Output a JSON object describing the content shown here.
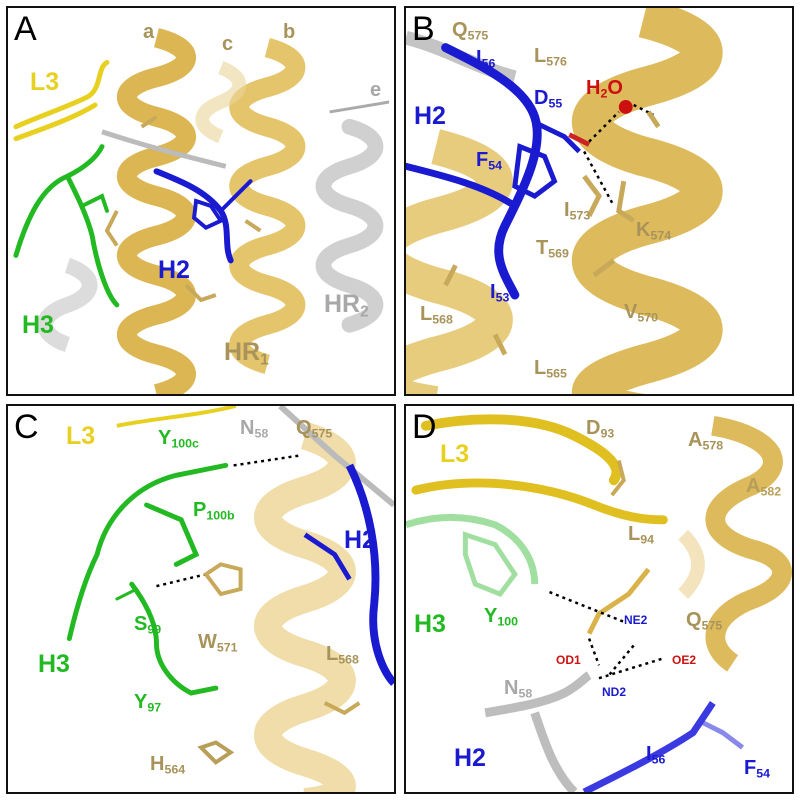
{
  "colors": {
    "hr1_helix": "#d9b24a",
    "hr1_helix_light": "#efd58a",
    "hr2_helix": "#bdbdbd",
    "h2_loop": "#1a1ad0",
    "h3_loop": "#22b922",
    "l3_loop": "#e8d020",
    "water": "#cc1010"
  },
  "panelA": {
    "letter": "A",
    "helix_a": "a",
    "helix_b": "b",
    "helix_c": "c",
    "helix_e": "e",
    "L3": "L3",
    "H2": "H2",
    "H3": "H3",
    "HR1": "HR",
    "HR1_sub": "1",
    "HR2": "HR",
    "HR2_sub": "2"
  },
  "panelB": {
    "letter": "B",
    "H2": "H2",
    "Q575": "Q",
    "Q575_sub": "575",
    "L576": "L",
    "L576_sub": "576",
    "I56": "I",
    "I56_sub": "56",
    "D55": "D",
    "D55_sub": "55",
    "H2O_H": "H",
    "H2O_sub": "2",
    "H2O_O": "O",
    "F54": "F",
    "F54_sub": "54",
    "I573": "I",
    "I573_sub": "573",
    "K574": "K",
    "K574_sub": "574",
    "T569": "T",
    "T569_sub": "569",
    "I53": "I",
    "I53_sub": "53",
    "L568": "L",
    "L568_sub": "568",
    "V570": "V",
    "V570_sub": "570",
    "L565": "L",
    "L565_sub": "565"
  },
  "panelC": {
    "letter": "C",
    "L3": "L3",
    "Y100c": "Y",
    "Y100c_sub": "100c",
    "N58": "N",
    "N58_sub": "58",
    "Q575": "Q",
    "Q575_sub": "575",
    "P100b": "P",
    "P100b_sub": "100b",
    "H2": "H2",
    "S99": "S",
    "S99_sub": "99",
    "W571": "W",
    "W571_sub": "571",
    "H3": "H3",
    "L568": "L",
    "L568_sub": "568",
    "Y97": "Y",
    "Y97_sub": "97",
    "H564": "H",
    "H564_sub": "564"
  },
  "panelD": {
    "letter": "D",
    "L3": "L3",
    "D93": "D",
    "D93_sub": "93",
    "A578": "A",
    "A578_sub": "578",
    "A582": "A",
    "A582_sub": "582",
    "L94": "L",
    "L94_sub": "94",
    "H3": "H3",
    "Y100": "Y",
    "Y100_sub": "100",
    "NE2": "NE2",
    "Q575": "Q",
    "Q575_sub": "575",
    "OD1": "OD1",
    "OE2": "OE2",
    "N58": "N",
    "N58_sub": "58",
    "ND2": "ND2",
    "H2": "H2",
    "I56": "I",
    "I56_sub": "56",
    "F54": "F",
    "F54_sub": "54"
  }
}
